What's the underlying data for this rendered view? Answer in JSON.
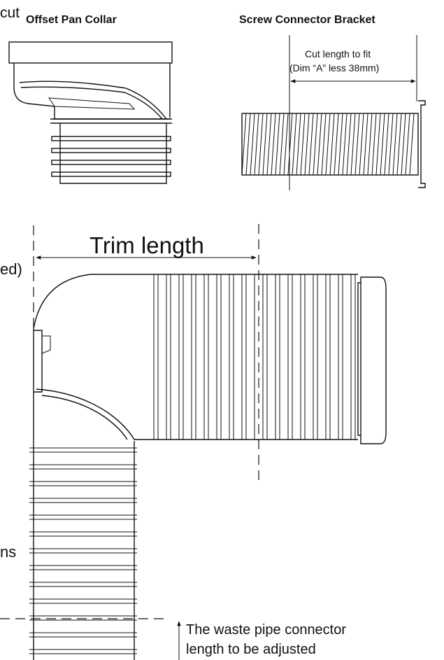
{
  "labels": {
    "cut_fragment": "cut",
    "offset_pan_collar": "Offset Pan Collar",
    "screw_connector_bracket": "Screw Connector Bracket",
    "cut_length_line1": "Cut length to fit",
    "cut_length_line2": "(Dim “A” less 38mm)",
    "trim_length": "Trim length",
    "ed_fragment": "ed)",
    "ns_fragment": "ns",
    "waste_line1": "The waste pipe connector",
    "waste_line2": "length to be adjusted"
  }
}
